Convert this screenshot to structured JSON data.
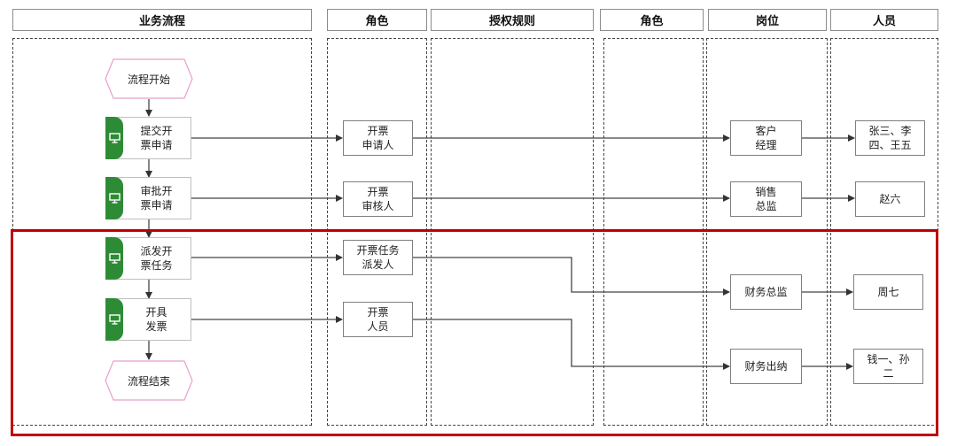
{
  "headers": {
    "process": "业务流程",
    "role1": "角色",
    "auth_rules": "授权规则",
    "role2": "角色",
    "position": "岗位",
    "personnel": "人员"
  },
  "flow": {
    "start": "流程开始",
    "steps": [
      "提交开\n票申请",
      "审批开\n票申请",
      "派发开\n票任务",
      "开具\n发票"
    ],
    "end": "流程结束"
  },
  "roles": [
    "开票\n申请人",
    "开票\n审核人",
    "开票任务\n派发人",
    "开票\n人员"
  ],
  "positions": [
    "客户\n经理",
    "销售\n总监",
    "财务总监",
    "财务出纳"
  ],
  "people": [
    "张三、李\n四、王五",
    "赵六",
    "周七",
    "钱一、孙\n二"
  ],
  "colors": {
    "step_tab": "#2e8b35",
    "terminal_border": "#e8a0c8",
    "highlight": "#c00000"
  },
  "icons": {
    "step": "monitor-icon"
  }
}
